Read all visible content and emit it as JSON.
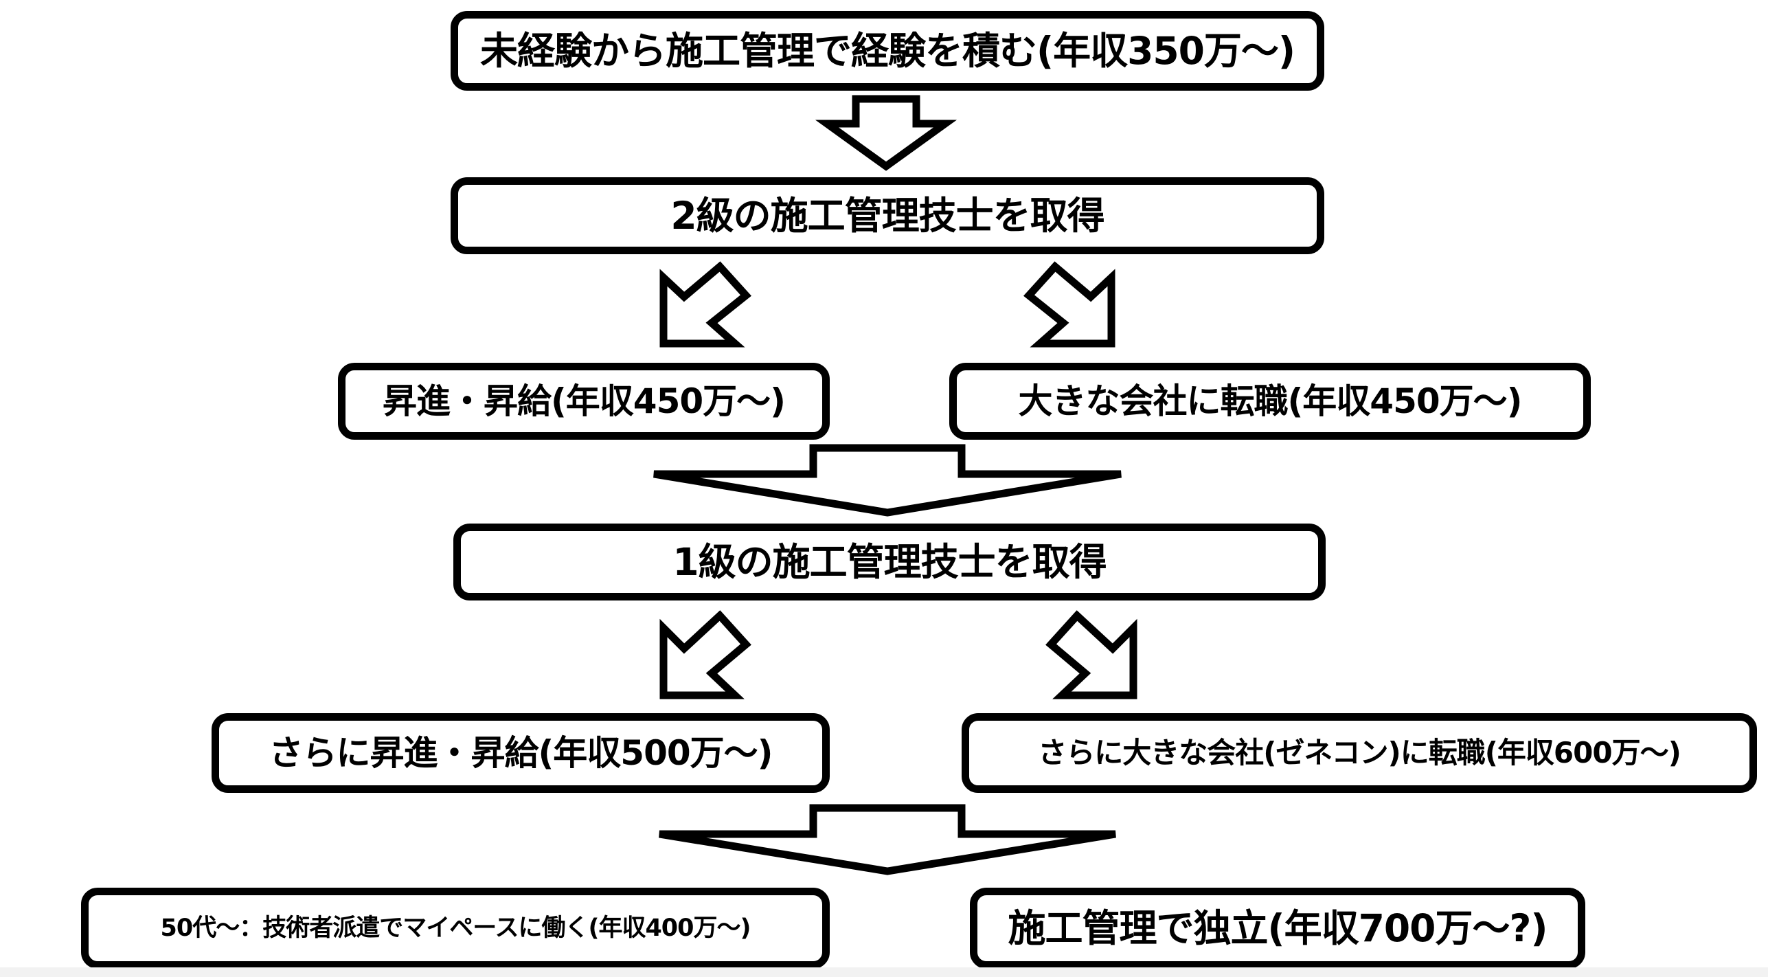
{
  "flowchart": {
    "step1": "未経験から施工管理で経験を積む(年収350万〜)",
    "step2": "2級の施工管理技士を取得",
    "step3_left": "昇進・昇給(年収450万〜)",
    "step3_right": "大きな会社に転職(年収450万〜)",
    "step4": "1級の施工管理技士を取得",
    "step5_left": "さらに昇進・昇給(年収500万〜)",
    "step5_right": "さらに大きな会社(ゼネコン)に転職(年収600万〜)",
    "step6_left": "50代〜：技術者派遣でマイペースに働く(年収400万〜)",
    "step6_right": "施工管理で独立(年収700万〜?)"
  },
  "colors": {
    "stroke": "#000000",
    "fill": "#ffffff",
    "background": "#ffffff"
  }
}
